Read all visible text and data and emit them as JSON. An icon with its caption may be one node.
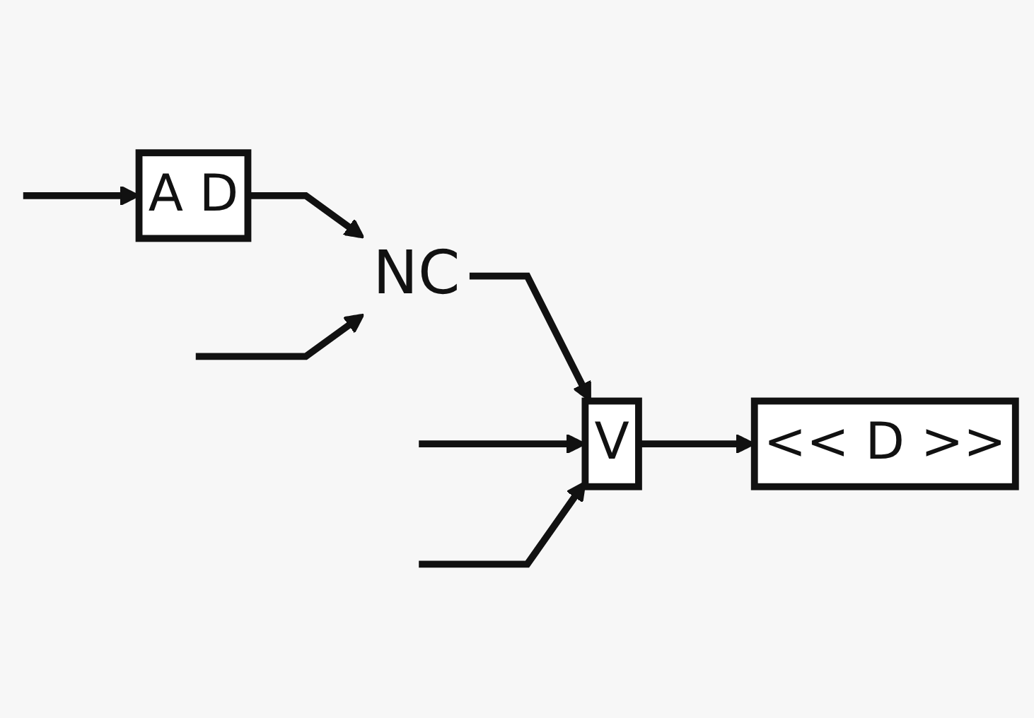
{
  "diagram": {
    "nodes": [
      {
        "text": [
          "A D"
        ]
      },
      {
        "text": [
          "NC"
        ]
      },
      {
        "text": [
          "V"
        ]
      },
      {
        "text": [
          "<< D >>"
        ]
      }
    ],
    "edges": [
      {
        "from": 0,
        "to": 1,
        "arrow": "to"
      },
      {
        "from": 1,
        "to": 2,
        "arrow": "to"
      },
      {
        "from": 2,
        "to": 3,
        "arrow": "to"
      },
      {
        "from": null,
        "to": 0,
        "arrow": "to"
      },
      {
        "from": null,
        "to": 1,
        "arrow": "to"
      },
      {
        "from": null,
        "to": 2,
        "arrow": "to"
      },
      {
        "from": null,
        "to": 2,
        "arrow": "to"
      }
    ]
  }
}
